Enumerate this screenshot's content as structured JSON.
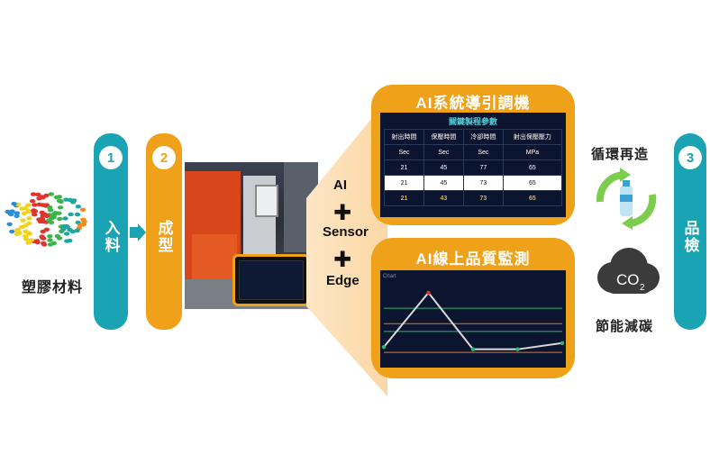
{
  "colors": {
    "teal": "#1aa3b3",
    "orange": "#f0a11a",
    "panel": "#0c1530"
  },
  "raw_material": {
    "label": "塑膠材料",
    "icon": "plastic-pellets-icon"
  },
  "steps": [
    {
      "number": "1",
      "label": "入料"
    },
    {
      "number": "2",
      "label": "成型"
    },
    {
      "number": "3",
      "label": "品檢"
    }
  ],
  "tech": {
    "ai": "AI",
    "sensor": "Sensor",
    "edge": "Edge",
    "plus": "✚"
  },
  "guidance": {
    "title": "AI系統導引調機",
    "table_title": "關鍵製程參數",
    "columns": [
      "射出時間",
      "保壓時間",
      "冷卻時間",
      "射出保壓壓力"
    ],
    "units": [
      "Sec",
      "Sec",
      "Sec",
      "MPa"
    ],
    "rows": [
      [
        "21",
        "45",
        "77",
        "65"
      ],
      [
        "21",
        "45",
        "73",
        "65"
      ],
      [
        "21",
        "43",
        "73",
        "65"
      ]
    ]
  },
  "monitoring": {
    "title": "AI線上品質監測",
    "chart_caption": "Chart"
  },
  "benefits": {
    "recycle_label": "循環再造",
    "recycle_icon": "recycle-bottle-icon",
    "carbon_label": "節能減碳",
    "co2_text": "CO",
    "co2_sub": "2"
  },
  "chart_data": {
    "type": "line",
    "title": "",
    "xlabel": "",
    "ylabel": "",
    "x": [
      0,
      1,
      2,
      3,
      4
    ],
    "series": [
      {
        "values": [
          0.15,
          0.85,
          0.12,
          0.12,
          0.2
        ]
      }
    ],
    "reference_lines": [
      0.65,
      0.45,
      0.35
    ],
    "ylim": [
      0,
      1
    ],
    "grid": false
  }
}
